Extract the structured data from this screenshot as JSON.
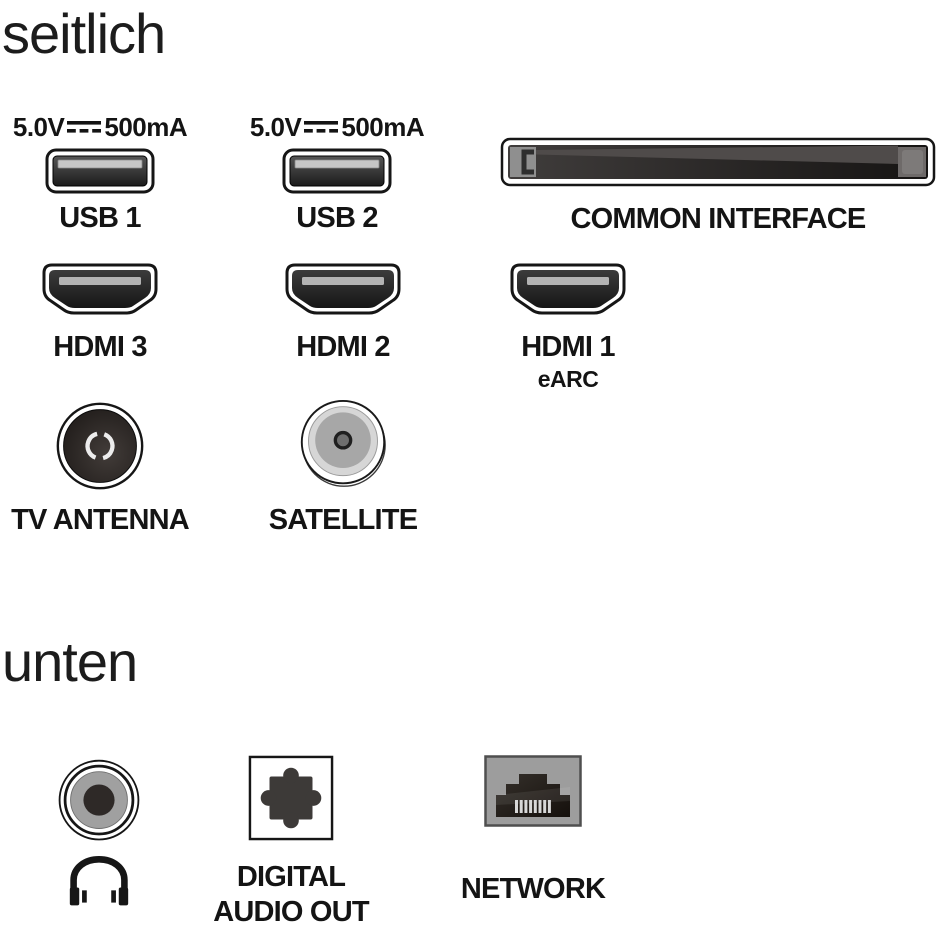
{
  "titles": {
    "side": "seitlich",
    "bottom": "unten"
  },
  "ports": {
    "usb1": {
      "voltage": "5.0V",
      "current": "500mA",
      "label": "USB 1"
    },
    "usb2": {
      "voltage": "5.0V",
      "current": "500mA",
      "label": "USB 2"
    },
    "common_interface": {
      "label": "COMMON INTERFACE"
    },
    "hdmi3": {
      "label": "HDMI 3"
    },
    "hdmi2": {
      "label": "HDMI 2"
    },
    "hdmi1": {
      "label": "HDMI 1",
      "sublabel": "eARC"
    },
    "tv_antenna": {
      "label": "TV ANTENNA"
    },
    "satellite": {
      "label": "SATELLITE"
    },
    "headphones": {
      "icon": "headphones-icon"
    },
    "digital_audio_out": {
      "label_line1": "DIGITAL",
      "label_line2": "AUDIO OUT"
    },
    "network": {
      "label": "NETWORK"
    }
  },
  "colors": {
    "background": "#ffffff",
    "text": "#141414",
    "port_dark": "#2a2a2a",
    "port_gray": "#a7a7a7",
    "tongue_gray": "#c6c6c6"
  }
}
